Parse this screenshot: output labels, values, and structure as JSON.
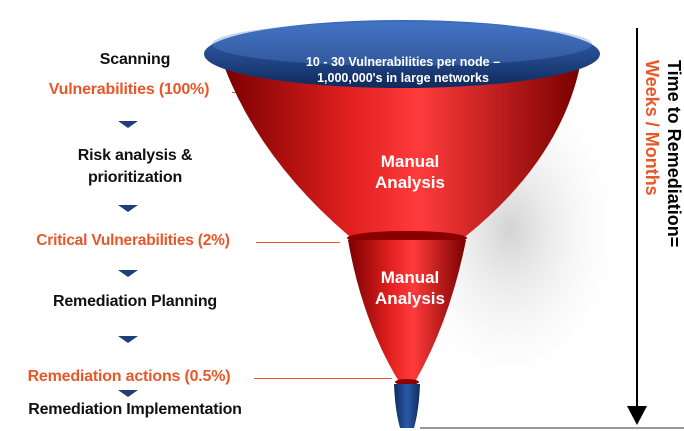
{
  "steps": {
    "scanning": "Scanning",
    "vulnerabilities": "Vulnerabilities (100%)",
    "risk_line1": "Risk analysis &",
    "risk_line2": "prioritization",
    "critical": "Critical Vulnerabilities (2%)",
    "planning": "Remediation Planning",
    "actions": "Remediation actions (0.5%)",
    "implementation": "Remediation Implementation"
  },
  "funnel": {
    "top_line1": "10 - 30 Vulnerabilities per node –",
    "top_line2": "1,000,000's in large networks",
    "stage1_line1": "Manual",
    "stage1_line2": "Analysis",
    "stage2_line1": "Manual",
    "stage2_line2": "Analysis"
  },
  "timeline": {
    "label": "Time to Remediation=",
    "duration": "Weeks / Months"
  },
  "colors": {
    "orange": "#e8572a",
    "navy": "#1f3f7a",
    "red": "#cc1a1a"
  }
}
